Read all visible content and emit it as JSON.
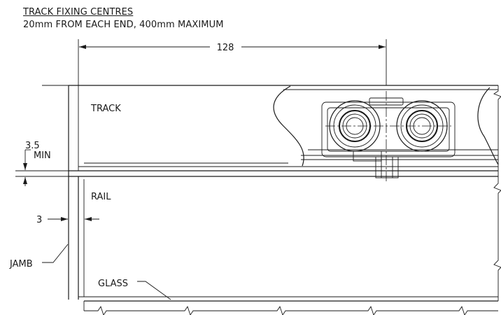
{
  "header": {
    "title": "TRACK FIXING CENTRES",
    "note": "20mm FROM EACH END, 400mm MAXIMUM"
  },
  "labels": {
    "track": "TRACK",
    "rail": "RAIL",
    "jamb": "JAMB",
    "glass": "GLASS",
    "min_value": "3.5",
    "min_text": "MIN",
    "gap_value": "3",
    "center_dimension": "128"
  },
  "colors": {
    "line": "#1a1a1a",
    "background": "#ffffff"
  }
}
